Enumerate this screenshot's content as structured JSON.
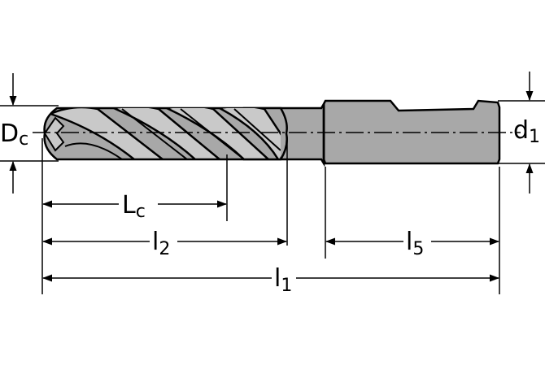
{
  "labels": {
    "Dc": {
      "main": "D",
      "sub": "c"
    },
    "d1": {
      "main": "d",
      "sub": "1"
    },
    "Lc": {
      "main": "L",
      "sub": "c"
    },
    "l2": {
      "main": "l",
      "sub": "2"
    },
    "l5": {
      "main": "l",
      "sub": "5"
    },
    "l1": {
      "main": "l",
      "sub": "1"
    }
  },
  "colors": {
    "line": "#000000",
    "body_fill": "#a8a8a8",
    "flute_light": "#c9c9c9",
    "flute_dark": "#606060"
  }
}
